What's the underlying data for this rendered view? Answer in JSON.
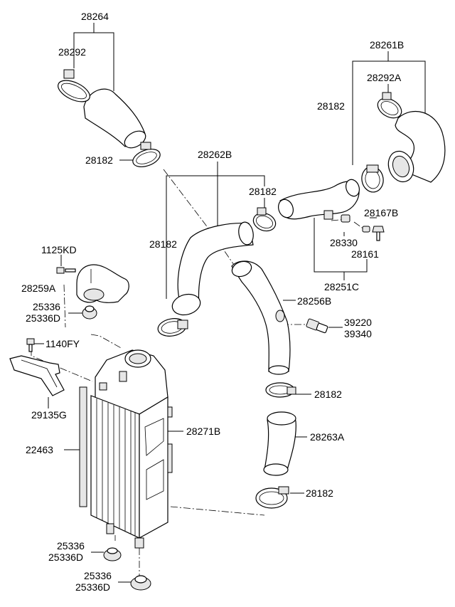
{
  "labels": {
    "l28264": "28264",
    "l28292": "28292",
    "l28182_tl": "28182",
    "l28261B": "28261B",
    "l28292A": "28292A",
    "l28182_tr": "28182",
    "l28262B": "28262B",
    "l28182_mc": "28182",
    "l28182_ml": "28182",
    "l28167B": "28167B",
    "l28330": "28330",
    "l28161": "28161",
    "l28251C": "28251C",
    "l1125KD": "1125KD",
    "l28259A": "28259A",
    "l25336_a": "25336",
    "l25336D_a": "25336D",
    "l28256B": "28256B",
    "l39220": "39220",
    "l39340": "39340",
    "l1140FY": "1140FY",
    "l29135G": "29135G",
    "l28182_r1": "28182",
    "l28271B": "28271B",
    "l22463": "22463",
    "l28263A": "28263A",
    "l28182_r2": "28182",
    "l25336_b": "25336",
    "l25336D_b": "25336D",
    "l25336_c": "25336",
    "l25336D_c": "25336D"
  }
}
